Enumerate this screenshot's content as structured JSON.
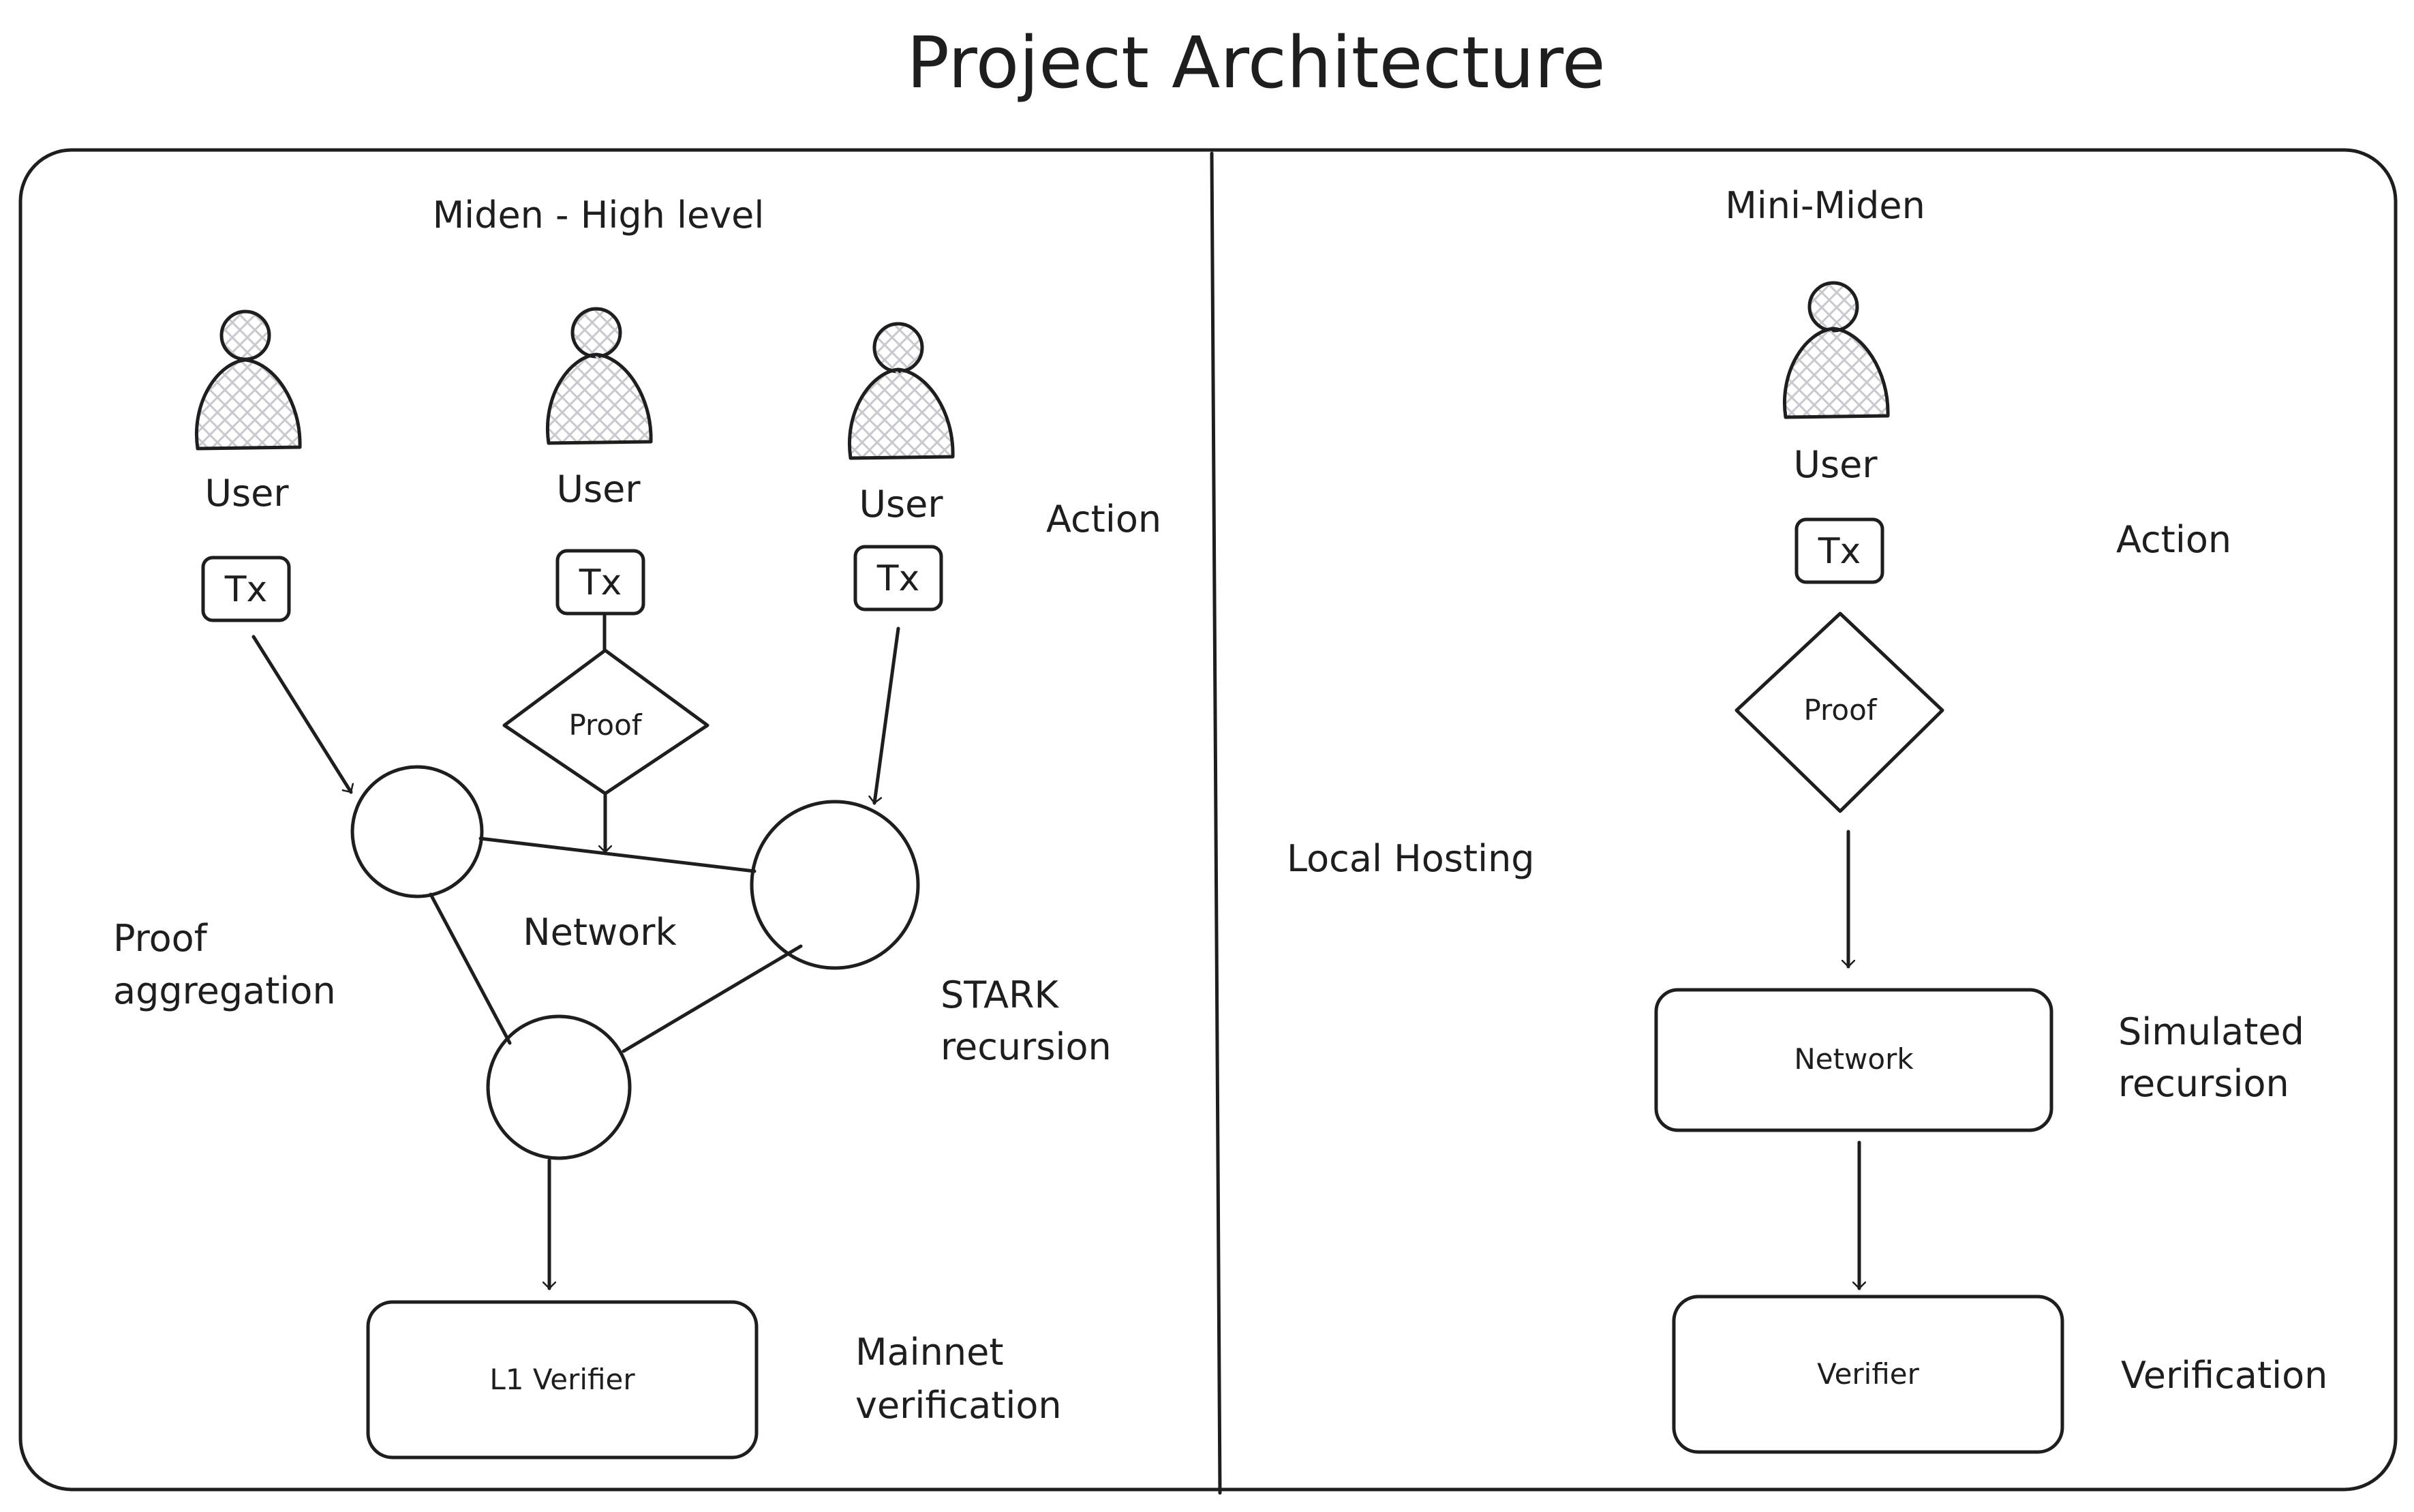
{
  "title": "Project Architecture",
  "colors": {
    "ink": "#1e1e1e",
    "hatch": "#c7c9cf",
    "background": "#ffffff"
  },
  "left": {
    "heading": "Miden - High level",
    "users": [
      "User",
      "User",
      "User"
    ],
    "tx_labels": [
      "Tx",
      "Tx",
      "Tx"
    ],
    "proof_label": "Proof",
    "network_label": "Network",
    "verifier_label": "L1 Verifier",
    "side_labels": {
      "action": "Action",
      "proof_aggregation": [
        "Proof",
        "aggregation"
      ],
      "stark_recursion": [
        "STARK",
        "recursion"
      ],
      "mainnet_verification": [
        "Mainnet",
        "verification"
      ]
    }
  },
  "right": {
    "heading": "Mini-Miden",
    "user": "User",
    "tx_label": "Tx",
    "proof_label": "Proof",
    "network_label": "Network",
    "verifier_label": "Verifier",
    "side_labels": {
      "action": "Action",
      "local_hosting": "Local Hosting",
      "simulated_recursion": [
        "Simulated",
        "recursion"
      ],
      "verification": "Verification"
    }
  }
}
